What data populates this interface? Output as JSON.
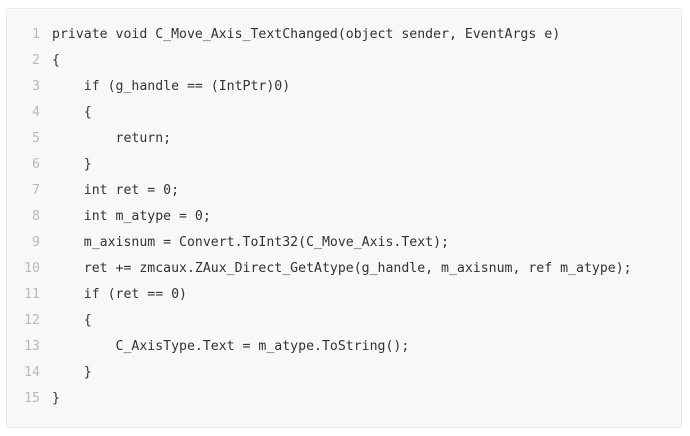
{
  "code": {
    "lines": [
      {
        "number": "1",
        "text": "private void C_Move_Axis_TextChanged(object sender, EventArgs e)"
      },
      {
        "number": "2",
        "text": "{"
      },
      {
        "number": "3",
        "text": "    if (g_handle == (IntPtr)0)"
      },
      {
        "number": "4",
        "text": "    {"
      },
      {
        "number": "5",
        "text": "        return;"
      },
      {
        "number": "6",
        "text": "    }"
      },
      {
        "number": "7",
        "text": "    int ret = 0;"
      },
      {
        "number": "8",
        "text": "    int m_atype = 0;"
      },
      {
        "number": "9",
        "text": "    m_axisnum = Convert.ToInt32(C_Move_Axis.Text);"
      },
      {
        "number": "10",
        "text": "    ret += zmcaux.ZAux_Direct_GetAtype(g_handle, m_axisnum, ref m_atype);"
      },
      {
        "number": "11",
        "text": "    if (ret == 0)"
      },
      {
        "number": "12",
        "text": "    {"
      },
      {
        "number": "13",
        "text": "        C_AxisType.Text = m_atype.ToString();"
      },
      {
        "number": "14",
        "text": "    }"
      },
      {
        "number": "15",
        "text": "}"
      }
    ]
  }
}
